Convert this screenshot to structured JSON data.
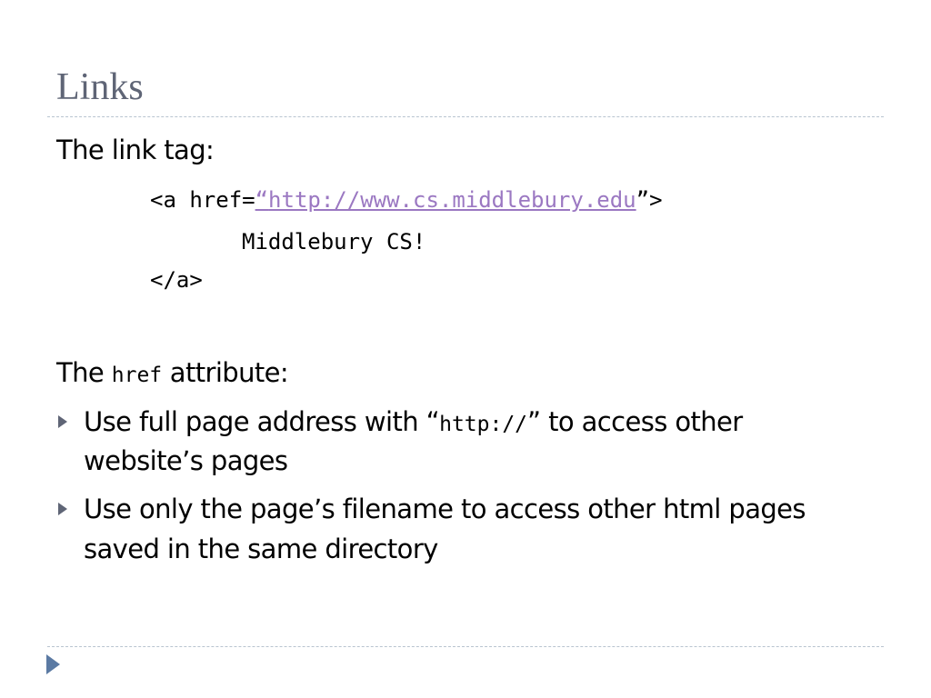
{
  "slide": {
    "title": "Links",
    "link_tag_heading": "The link tag:",
    "code": {
      "open_prefix": "<a href=",
      "open_quote": "“",
      "url": "http://www.cs.middlebury.edu",
      "open_suffix": "”>",
      "inner_text": "Middlebury CS!",
      "close_tag": "</a>"
    },
    "href_heading": {
      "prefix": "The",
      "code_word": "href",
      "suffix": "attribute:"
    },
    "bullets": [
      {
        "line1_before": "Use full page address with “",
        "line1_code": "http://",
        "line1_after": "”  to access other",
        "line2": "website’s pages"
      },
      {
        "line1": "Use only the page’s filename to access other html pages",
        "line2": "saved in the same directory"
      }
    ],
    "colors": {
      "title": "#5f6576",
      "link": "#9b78c2",
      "rule": "#b8c4d0",
      "bullet": "#5f6576",
      "nav_arrow": "#5b7aa3"
    }
  }
}
